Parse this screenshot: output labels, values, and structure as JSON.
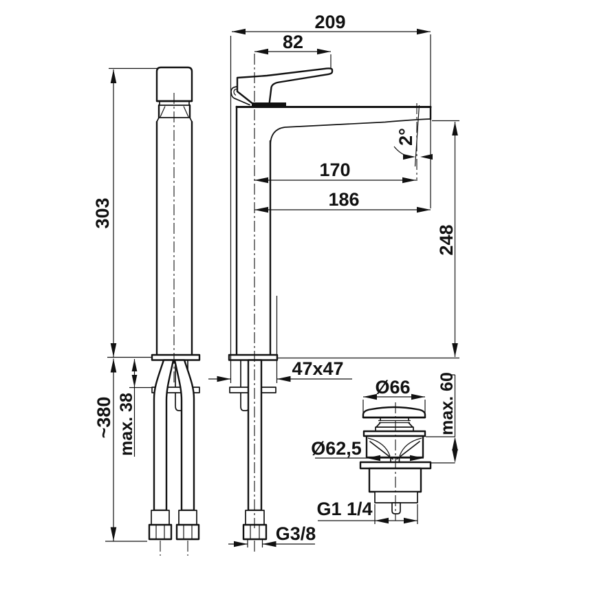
{
  "drawing_title": "basin mixer technical dimension drawing",
  "labels": {
    "total_depth": "209",
    "handle_reach": "82",
    "spout_angle": "2°",
    "spout_reach": "170",
    "spout_depth": "186",
    "spout_height": "248",
    "body_height": "303",
    "deck_max": "max. 38",
    "hose_length": "~380",
    "base_size": "47x47",
    "hose_thread": "G3/8",
    "cap_diameter": "Ø66",
    "valve_deck_max": "max. 60",
    "valve_diameter": "Ø62,5",
    "drain_thread": "G1 1/4"
  },
  "colors": {
    "line": "#111111",
    "background": "#ffffff"
  }
}
